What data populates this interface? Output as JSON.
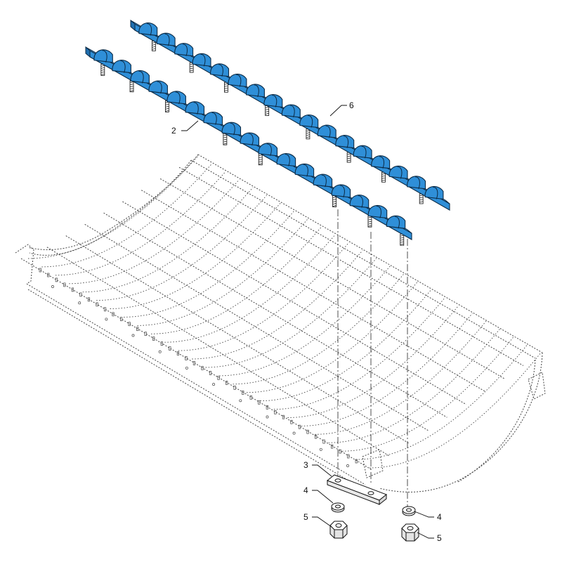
{
  "diagram": {
    "colors": {
      "rasp_bar_fill": "#2f8fd8",
      "rasp_bar_stroke": "#0b2a45",
      "line": "#111111",
      "dotted": "#444444"
    },
    "callouts": [
      {
        "id": "c2",
        "label": "2"
      },
      {
        "id": "c6",
        "label": "6"
      },
      {
        "id": "c3",
        "label": "3"
      },
      {
        "id": "c4a",
        "label": "4"
      },
      {
        "id": "c5a",
        "label": "5"
      },
      {
        "id": "c4b",
        "label": "4"
      },
      {
        "id": "c5b",
        "label": "5"
      }
    ],
    "parts": {
      "rasp_bar_front": {
        "rasps": 17,
        "bolts": 8
      },
      "rasp_bar_rear": {
        "rasps": 17,
        "bolts": 8
      }
    }
  }
}
